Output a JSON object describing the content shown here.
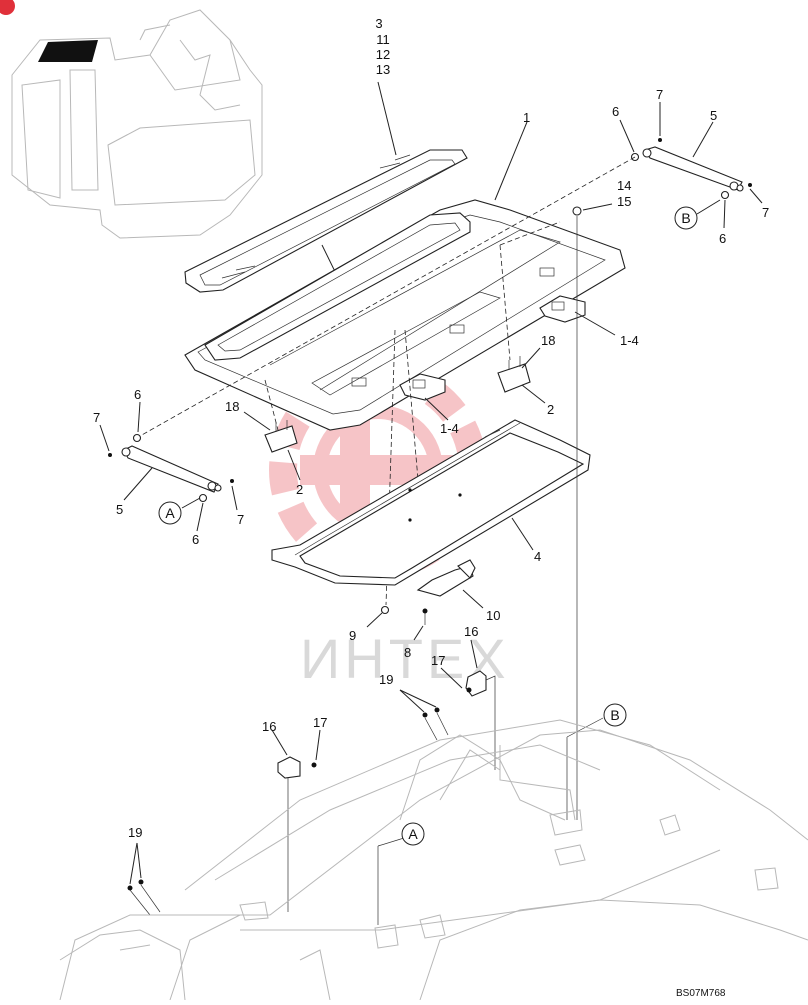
{
  "diagram": {
    "drawing_code": "BS07M768",
    "watermark": "ИНТЕХ",
    "reference_markers": {
      "a": "A",
      "b": "B"
    },
    "part_labels": {
      "stack_3_11_12_13": [
        "3",
        "11",
        "12",
        "13"
      ],
      "p1": "1",
      "p1_4_right": "1-4",
      "p1_4_center": "1-4",
      "p2_right": "2",
      "p2_left": "2",
      "p4": "4",
      "p5_right": "5",
      "p5_left": "5",
      "p6_top": "6",
      "p6_right": "6",
      "p6_left_top": "6",
      "p6_left_bottom": "6",
      "p7_top": "7",
      "p7_right": "7",
      "p7_left_top": "7",
      "p7_left_bottom": "7",
      "p8": "8",
      "p9": "9",
      "p10": "10",
      "stack_14_15": [
        "14",
        "15"
      ],
      "p16_upper": "16",
      "p16_lower": "16",
      "p17_upper": "17",
      "p17_lower": "17",
      "p18_right": "18",
      "p18_left": "18",
      "p19_upper": "19",
      "p19_lower": "19"
    }
  }
}
